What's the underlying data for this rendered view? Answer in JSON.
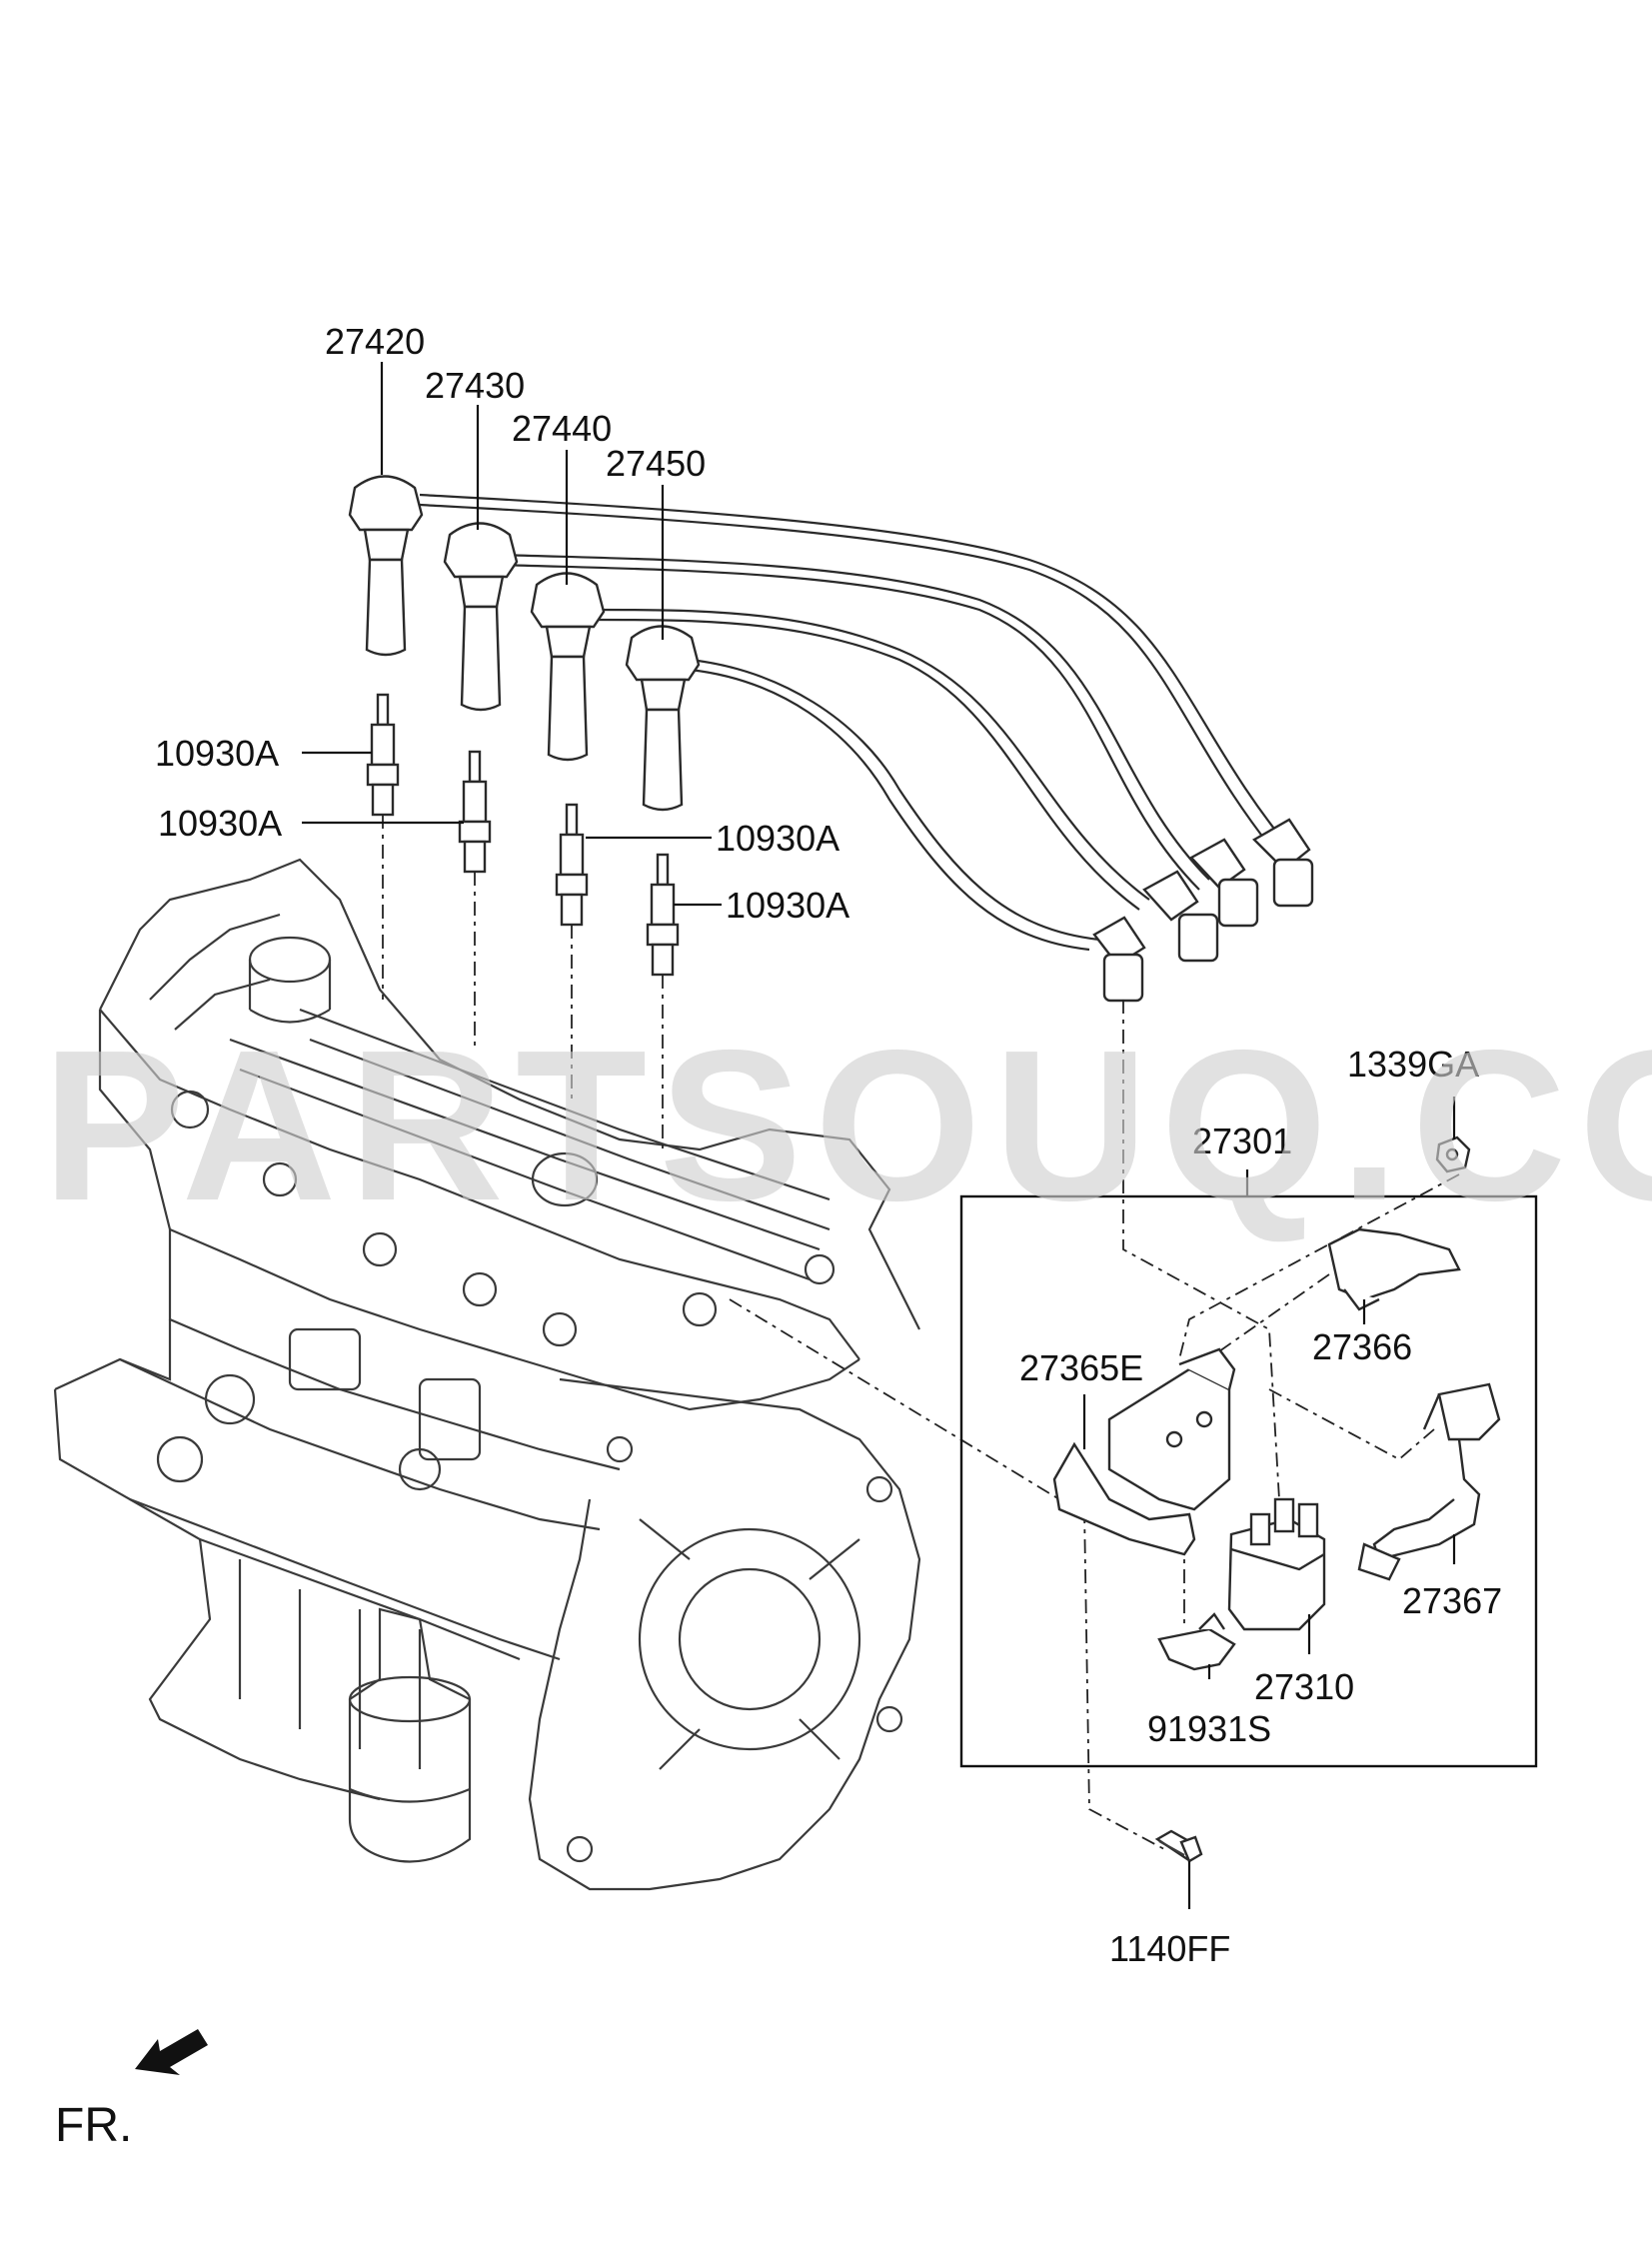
{
  "diagram": {
    "labels": {
      "wire_1": "27420",
      "wire_2": "27430",
      "wire_3": "27440",
      "wire_4": "27450",
      "plug_1": "10930A",
      "plug_2": "10930A",
      "plug_3": "10930A",
      "plug_4": "10930A",
      "nut": "1339GA",
      "coil_assy": "27301",
      "clip": "27366",
      "bracket": "27365E",
      "harness": "27367",
      "coil": "27310",
      "bracket_small": "91931S",
      "bolt": "1140FF"
    },
    "direction": "FR.",
    "watermark": "PARTSOUQ.COM",
    "colors": {
      "line": "#2a2a2a",
      "fill": "#ffffff",
      "part_dark": "#7a7a7a",
      "watermark": "#cfcfcf"
    }
  }
}
